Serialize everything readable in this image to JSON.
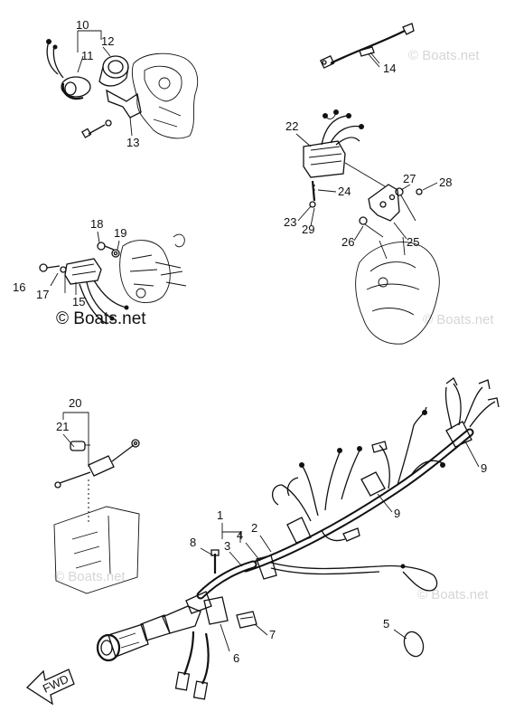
{
  "watermarks": {
    "main": "© Boats.net",
    "faint": "© Boats.net"
  },
  "parts": [
    {
      "num": "1"
    },
    {
      "num": "2"
    },
    {
      "num": "3"
    },
    {
      "num": "4"
    },
    {
      "num": "5"
    },
    {
      "num": "6"
    },
    {
      "num": "7"
    },
    {
      "num": "8"
    },
    {
      "num": "9"
    },
    {
      "num": "9"
    },
    {
      "num": "10"
    },
    {
      "num": "11"
    },
    {
      "num": "12"
    },
    {
      "num": "13"
    },
    {
      "num": "14"
    },
    {
      "num": "15"
    },
    {
      "num": "16"
    },
    {
      "num": "17"
    },
    {
      "num": "18"
    },
    {
      "num": "19"
    },
    {
      "num": "20"
    },
    {
      "num": "21"
    },
    {
      "num": "22"
    },
    {
      "num": "23"
    },
    {
      "num": "24"
    },
    {
      "num": "25"
    },
    {
      "num": "26"
    },
    {
      "num": "27"
    },
    {
      "num": "28"
    },
    {
      "num": "29"
    }
  ],
  "fwd_label": "FWD"
}
